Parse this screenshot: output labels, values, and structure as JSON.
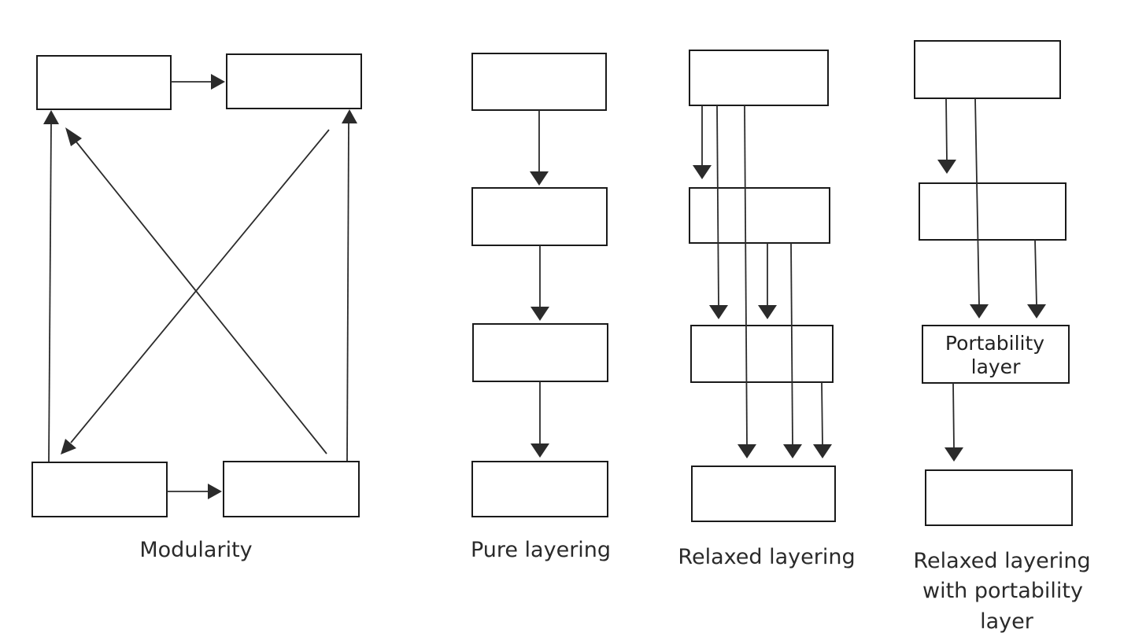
{
  "panels": {
    "modularity": {
      "caption": "Modularity"
    },
    "pure_layering": {
      "caption": "Pure layering"
    },
    "relaxed_layering": {
      "caption": "Relaxed layering"
    },
    "relaxed_portability": {
      "caption_lines": [
        "Relaxed layering",
        "with portability",
        "layer"
      ],
      "portability_box_lines": [
        "Portability",
        "layer"
      ]
    }
  },
  "colors": {
    "stroke": "#1a1a1a",
    "arrow": "#2b2b2b",
    "text": "#2a2a2a"
  }
}
